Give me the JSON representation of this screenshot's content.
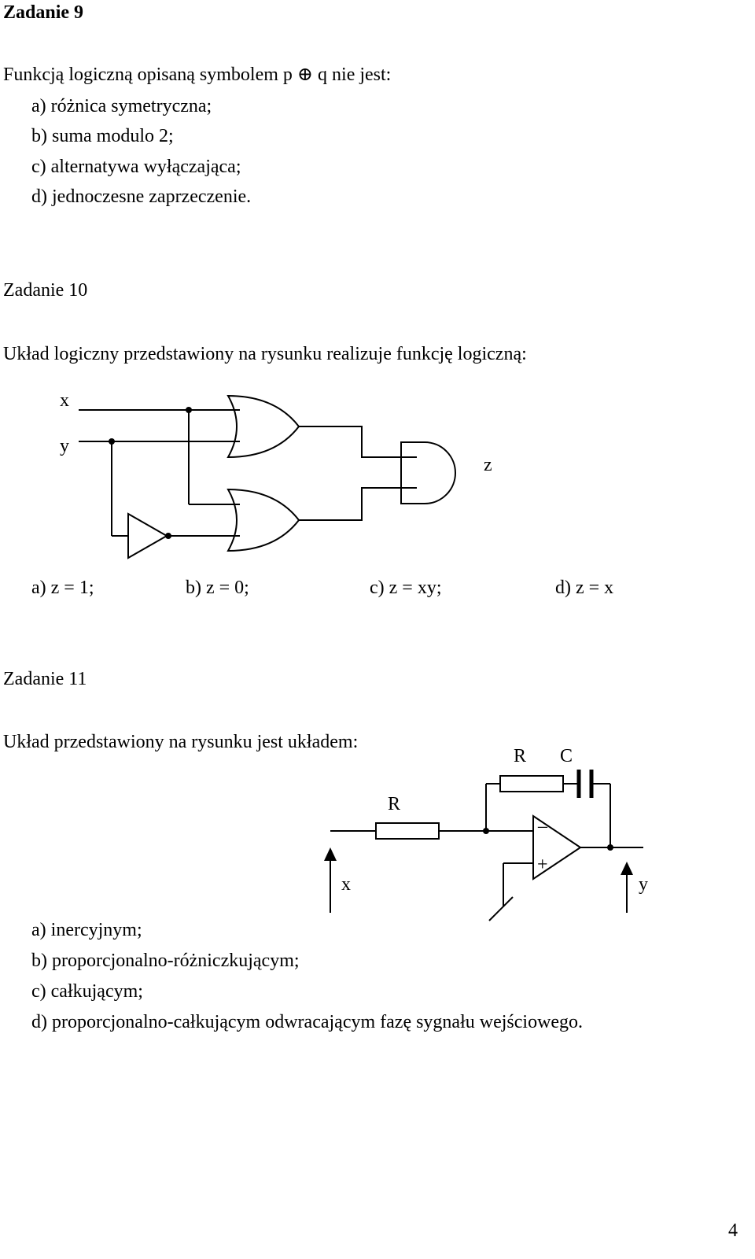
{
  "task9": {
    "heading": "Zadanie 9",
    "question": "Funkcją logiczną opisaną symbolem p ⊕ q nie jest:",
    "options": [
      "a)  różnica symetryczna;",
      "b)  suma modulo 2;",
      "c)  alternatywa wyłączająca;",
      "d)  jednoczesne zaprzeczenie."
    ]
  },
  "task10": {
    "heading": "Zadanie 10",
    "question": "Układ logiczny przedstawiony na rysunku realizuje funkcję logiczną:",
    "circuit": {
      "input_x": "x",
      "input_y": "y",
      "output_z": "z"
    },
    "options": [
      "a)  z = 1;",
      "b) z = 0;",
      "c) z = xy;",
      "d) z = x"
    ]
  },
  "task11": {
    "heading": "Zadanie 11",
    "question": "Układ przedstawiony na rysunku jest układem:",
    "circuit": {
      "feedback_r": "R",
      "feedback_c": "C",
      "input_r": "R",
      "minus": "–",
      "plus": "+",
      "input_label": "x",
      "output_label": "y"
    },
    "options": [
      "a)  inercyjnym;",
      "b)  proporcjonalno-różniczkującym;",
      "c)  całkującym;",
      "d)  proporcjonalno-całkującym odwracającym fazę sygnału wejściowego."
    ]
  },
  "page_number": "4"
}
